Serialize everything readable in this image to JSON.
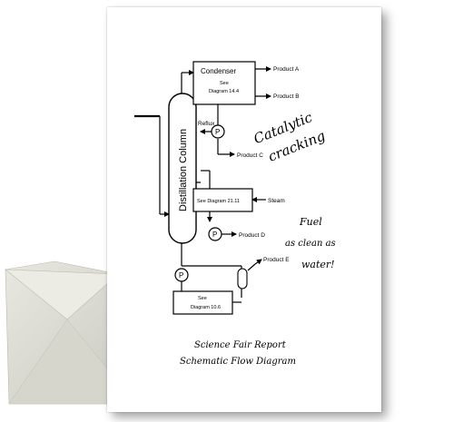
{
  "diagram": {
    "column_label": "Distillation Column",
    "condenser": {
      "title": "Condenser",
      "subtitle_line1": "See",
      "subtitle_line2": "Diagram 14.4"
    },
    "middle_box": {
      "label": "See Diagram 21.11"
    },
    "bottom_box": {
      "line1": "See",
      "line2": "Diagram 10.6"
    },
    "labels": {
      "reflux": "Reflux",
      "steam": "Steam",
      "product_a": "Product A",
      "product_b": "Product B",
      "product_c": "Product C",
      "product_d": "Product D",
      "product_e": "Product E"
    },
    "pump_symbol": "P"
  },
  "annotations": {
    "catalytic_line1": "Catalytic",
    "catalytic_line2": "cracking",
    "fuel_line1": "Fuel",
    "fuel_line2": "as clean as",
    "fuel_line3": "water!",
    "colors": {
      "blue_ink": "#1b2fa8",
      "red_ink": "#b31313"
    }
  },
  "caption": {
    "line1": "Science Fair Report",
    "line2": "Schematic Flow Diagram"
  }
}
